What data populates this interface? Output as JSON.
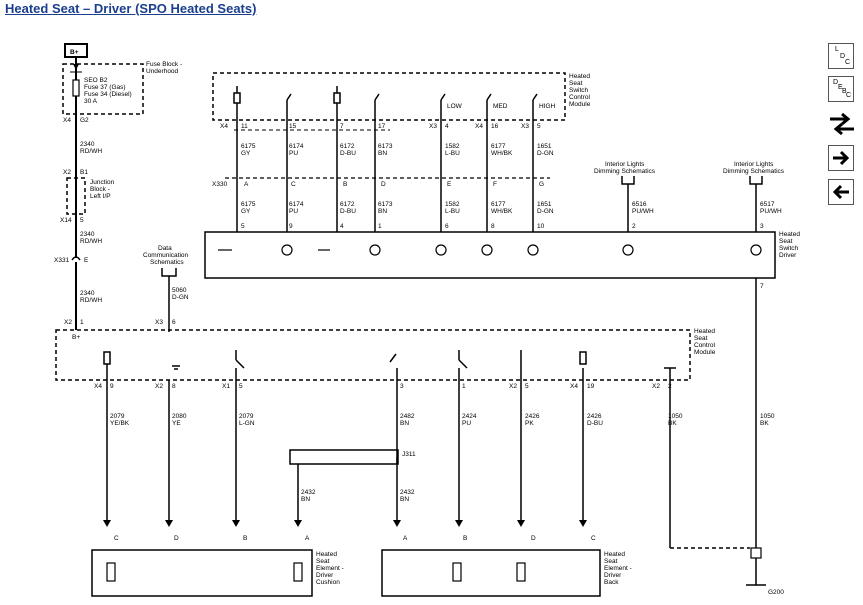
{
  "title": "Heated Seat – Driver (SPO Heated Seats)",
  "nav": {
    "ldc": [
      "L",
      "D",
      "C"
    ],
    "debc": [
      "D",
      "E",
      "B",
      "C"
    ]
  },
  "labels": {
    "bplus": "B+",
    "fuse_block": [
      "Fuse Block -",
      "Underhood"
    ],
    "fuse_info": [
      "SEO B2",
      "Fuse 37 (Gas)",
      "Fuse 34 (Diesel)",
      "30 A"
    ],
    "x4": "X4",
    "g2": "G2",
    "w2340a": [
      "2340",
      "RD/WH"
    ],
    "x2a": "X2",
    "b1": "B1",
    "junction": [
      "Junction",
      "Block -",
      "Left I/P"
    ],
    "x14": "X14",
    "five": "5",
    "w2340b": [
      "2340",
      "RD/WH"
    ],
    "x331": "X331",
    "e_conn": "E",
    "w2340c": [
      "2340",
      "RD/WH"
    ],
    "data_comm": [
      "Data",
      "Communication",
      "Schematics"
    ],
    "w5060": [
      "5060",
      "D-GN"
    ],
    "x2_hs": "X2",
    "one_hs": "1",
    "x3_hs": "X3",
    "six_hs": "6",
    "bplus_hs": "B+",
    "hscm": [
      "Heated",
      "Seat",
      "Control",
      "Module"
    ],
    "hssc": [
      "Heated",
      "Seat",
      "Switch",
      "Control",
      "Module"
    ],
    "hssd": [
      "Heated",
      "Seat",
      "Switch",
      "Driver"
    ],
    "top_pins": [
      "11",
      "15",
      "7",
      "17",
      "4",
      "16",
      "5"
    ],
    "top_x": [
      "X4",
      "X3",
      "X4",
      "X3"
    ],
    "low": "LOW",
    "med": "MED",
    "high": "HIGH",
    "wires_top": [
      [
        "6175",
        "GY"
      ],
      [
        "6174",
        "PU"
      ],
      [
        "6172",
        "D-BU"
      ],
      [
        "6173",
        "BN"
      ],
      [
        "1582",
        "L-BU"
      ],
      [
        "6177",
        "WH/BK"
      ],
      [
        "1651",
        "D-GN"
      ]
    ],
    "x330": "X330",
    "conn_letters": [
      "A",
      "C",
      "B",
      "D",
      "E",
      "F",
      "G"
    ],
    "wires_mid": [
      [
        "6175",
        "GY"
      ],
      [
        "6174",
        "PU"
      ],
      [
        "6172",
        "D-BU"
      ],
      [
        "6173",
        "BN"
      ],
      [
        "1582",
        "L-BU"
      ],
      [
        "6177",
        "WH/BK"
      ],
      [
        "1651",
        "D-GN"
      ]
    ],
    "int_lights": [
      "Interior Lights",
      "Dimming Schematics"
    ],
    "w6516": [
      "6516",
      "PU/WH"
    ],
    "w6517": [
      "6517",
      "PU/WH"
    ],
    "sw_pins": [
      "5",
      "9",
      "4",
      "1",
      "6",
      "8",
      "10",
      "2",
      "3"
    ],
    "seven": "7",
    "mod_pins": [
      [
        "X4",
        "9"
      ],
      [
        "X2",
        "8"
      ],
      [
        "X1",
        "5"
      ],
      [
        "",
        "3"
      ],
      [
        "",
        "1"
      ],
      [
        "X2",
        "5"
      ],
      [
        "X4",
        "19"
      ],
      [
        "X2",
        "2"
      ]
    ],
    "wires_low": [
      [
        "2079",
        "YE/BK"
      ],
      [
        "2080",
        "YE"
      ],
      [
        "2079",
        "L-GN"
      ],
      [
        "2482",
        "BN"
      ],
      [
        "2424",
        "PU"
      ],
      [
        "2426",
        "PK"
      ],
      [
        "2426",
        "D-BU"
      ],
      [
        "1050",
        "BK"
      ],
      [
        "1050",
        "BK"
      ]
    ],
    "j311": "J311",
    "w2432a": [
      "2432",
      "BN"
    ],
    "w2432b": [
      "2432",
      "BN"
    ],
    "cushion_pins": [
      "C",
      "D",
      "B",
      "A"
    ],
    "back_pins": [
      "A",
      "B",
      "D",
      "C"
    ],
    "cushion": [
      "Heated",
      "Seat",
      "Element -",
      "Driver",
      "Cushion"
    ],
    "back": [
      "Heated",
      "Seat",
      "Element -",
      "Driver",
      "Back"
    ],
    "g200": "G200"
  }
}
